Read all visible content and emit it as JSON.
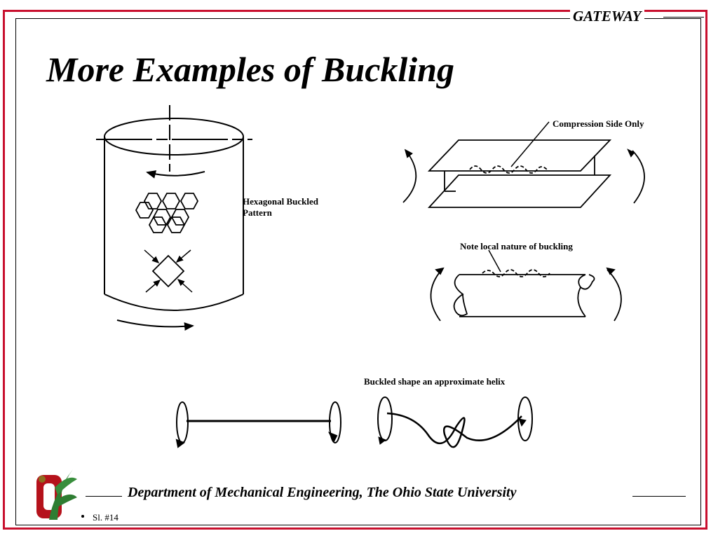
{
  "header": {
    "brand": "GATEWAY",
    "title": "More Examples of Buckling"
  },
  "diagram": {
    "cylinder_label_line1": "Hexagonal Buckled",
    "cylinder_label_line2": "Pattern",
    "plate_label": "Compression Side Only",
    "tube_label": "Note local nature of buckling",
    "helix_label": "Buckled shape an approximate helix"
  },
  "footer": {
    "department": "Department of Mechanical Engineering, The Ohio State University",
    "slide_number": "Sl. #14"
  },
  "colors": {
    "frame": "#c8102e",
    "logo_red": "#b5121b",
    "logo_green": "#2e7d32"
  }
}
